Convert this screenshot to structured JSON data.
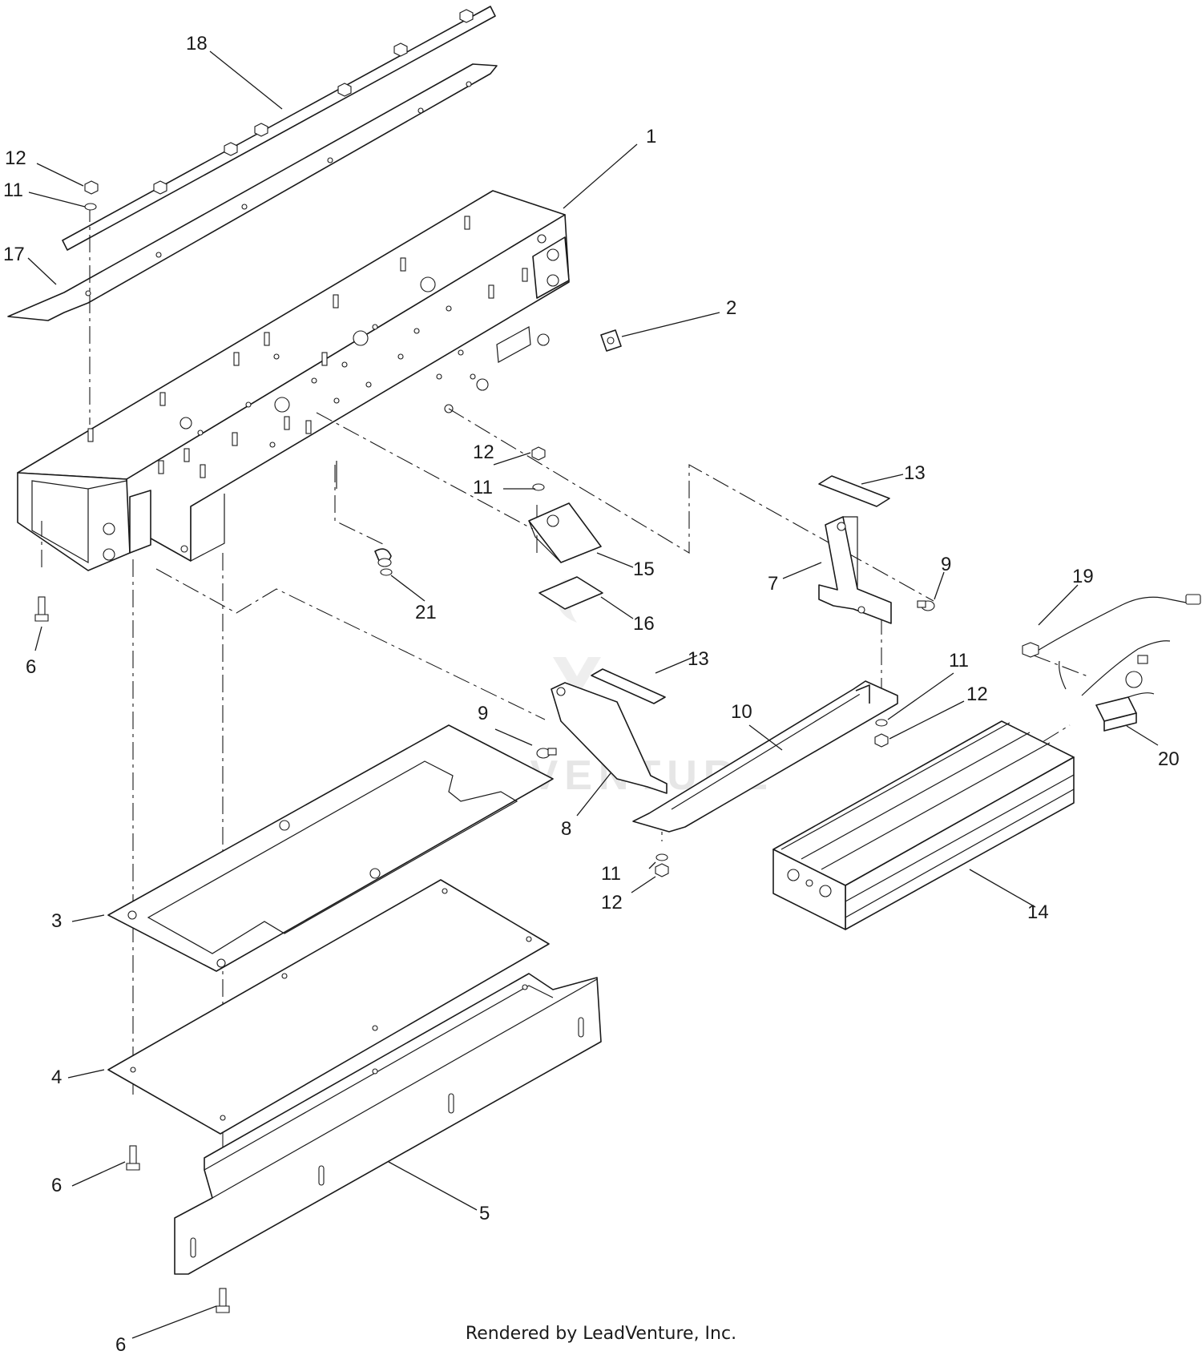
{
  "callouts": [
    {
      "id": "1",
      "label": "1"
    },
    {
      "id": "2",
      "label": "2"
    },
    {
      "id": "3",
      "label": "3"
    },
    {
      "id": "4",
      "label": "4"
    },
    {
      "id": "5",
      "label": "5"
    },
    {
      "id": "6a",
      "label": "6"
    },
    {
      "id": "6b",
      "label": "6"
    },
    {
      "id": "6c",
      "label": "6"
    },
    {
      "id": "7",
      "label": "7"
    },
    {
      "id": "8",
      "label": "8"
    },
    {
      "id": "9a",
      "label": "9"
    },
    {
      "id": "9b",
      "label": "9"
    },
    {
      "id": "10",
      "label": "10"
    },
    {
      "id": "11a",
      "label": "11"
    },
    {
      "id": "11b",
      "label": "11"
    },
    {
      "id": "11c",
      "label": "11"
    },
    {
      "id": "11d",
      "label": "11"
    },
    {
      "id": "12a",
      "label": "12"
    },
    {
      "id": "12b",
      "label": "12"
    },
    {
      "id": "12c",
      "label": "12"
    },
    {
      "id": "12d",
      "label": "12"
    },
    {
      "id": "13a",
      "label": "13"
    },
    {
      "id": "13b",
      "label": "13"
    },
    {
      "id": "14",
      "label": "14"
    },
    {
      "id": "15",
      "label": "15"
    },
    {
      "id": "16",
      "label": "16"
    },
    {
      "id": "17",
      "label": "17"
    },
    {
      "id": "18",
      "label": "18"
    },
    {
      "id": "19",
      "label": "19"
    },
    {
      "id": "20",
      "label": "20"
    },
    {
      "id": "21",
      "label": "21"
    }
  ],
  "watermark": "LEADVENTURE",
  "footer": "Rendered by LeadVenture, Inc."
}
